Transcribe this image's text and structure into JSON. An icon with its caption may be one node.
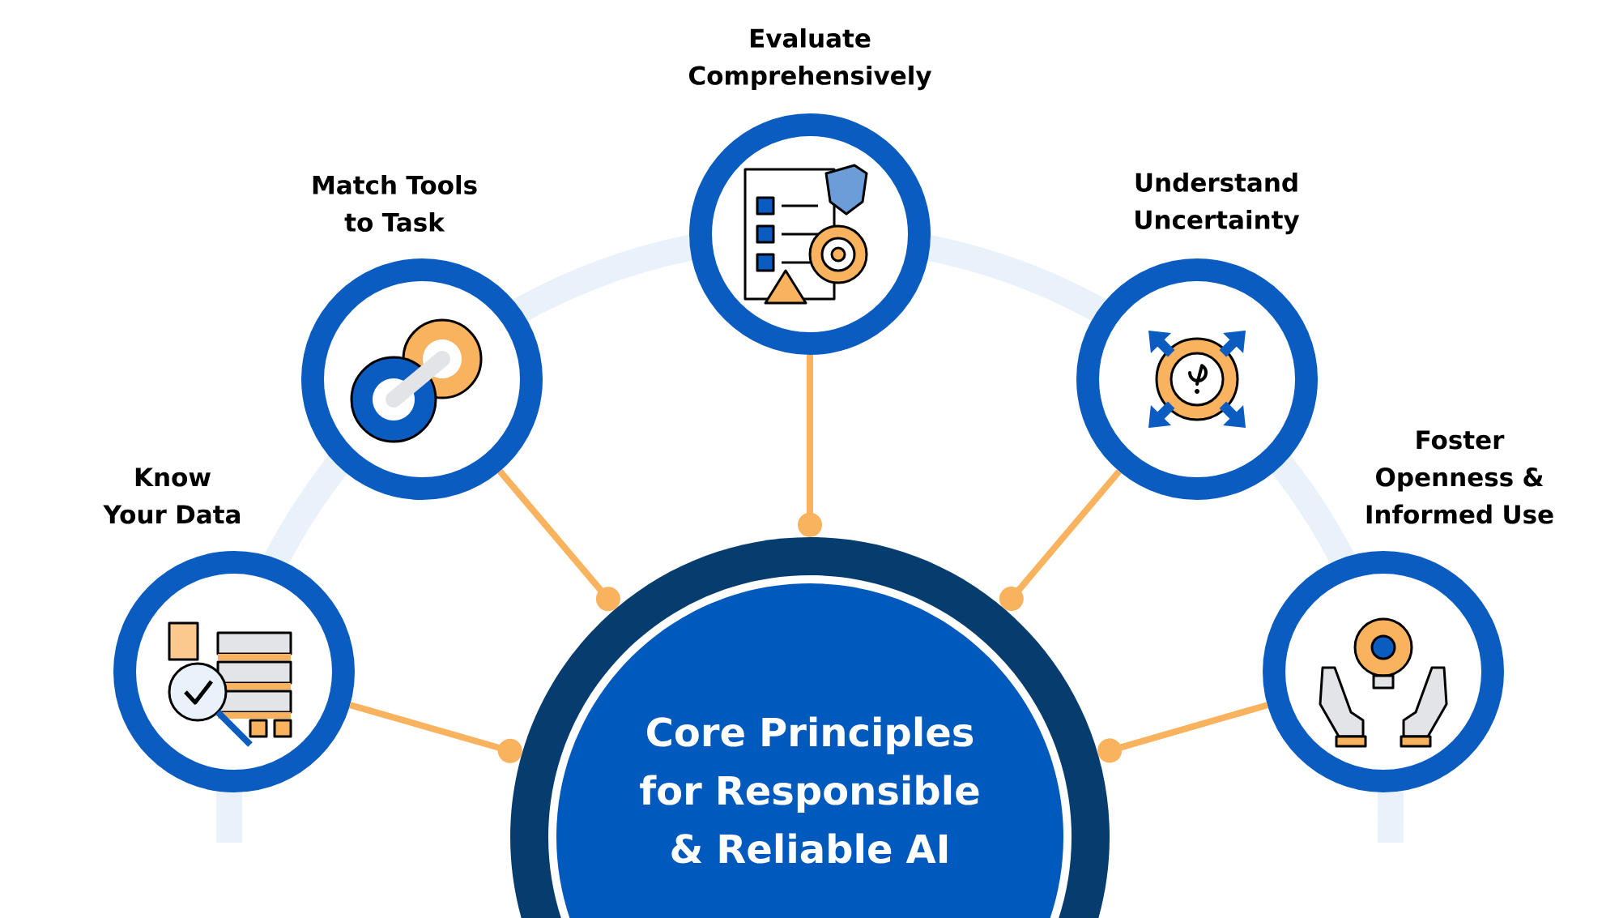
{
  "diagram": {
    "nodes": [
      {
        "text": [
          "Core Principles for Responsible & Reliable AI"
        ]
      },
      {
        "text": [
          "Know Your Data"
        ]
      },
      {
        "text": [
          "Match Tools to Task"
        ]
      },
      {
        "text": [
          "Evaluate Comprehensively"
        ]
      },
      {
        "text": [
          "Understand Uncertainty"
        ]
      },
      {
        "text": [
          "Foster Openness & Informed Use"
        ]
      }
    ],
    "edges": [
      {
        "from": 1,
        "to": 0,
        "arrow": "other"
      },
      {
        "from": 2,
        "to": 0,
        "arrow": "other"
      },
      {
        "from": 3,
        "to": 0,
        "arrow": "other"
      },
      {
        "from": 4,
        "to": 0,
        "arrow": "other"
      },
      {
        "from": 5,
        "to": 0,
        "arrow": "other"
      }
    ]
  }
}
